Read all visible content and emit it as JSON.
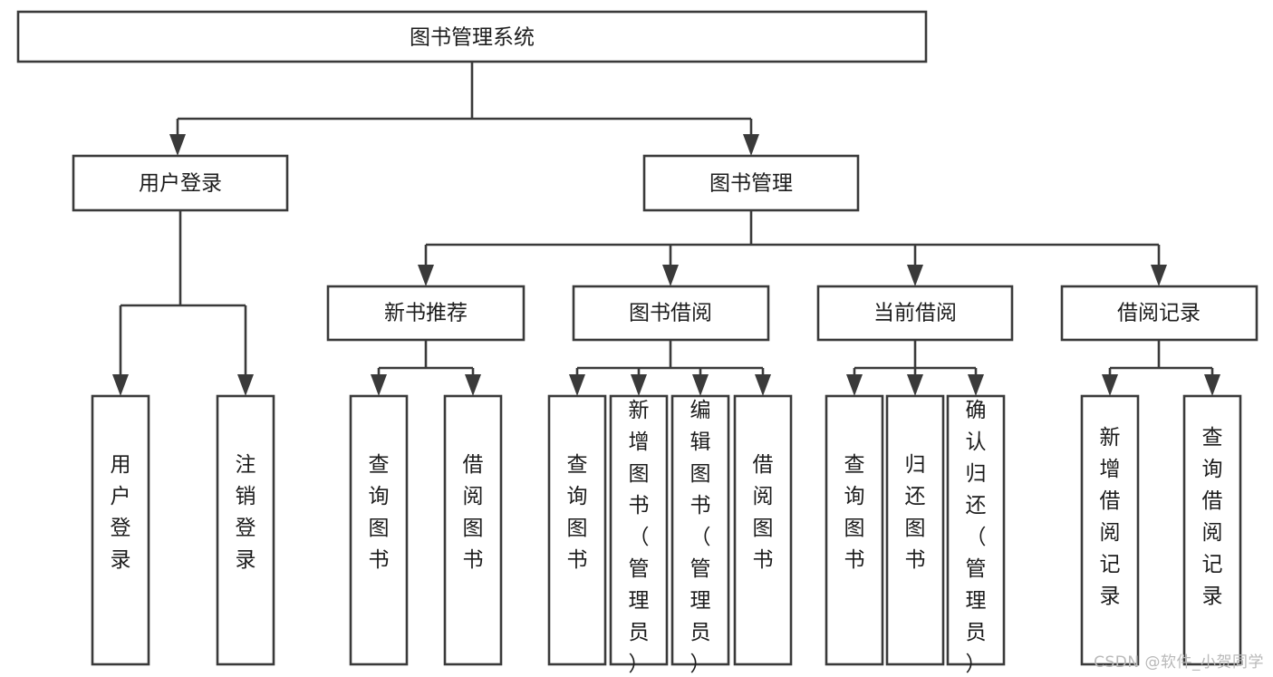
{
  "diagram": {
    "kind": "tree-hierarchy-chart",
    "title": "图书管理系统",
    "watermark": "CSDN @软件_小贺同学",
    "colors": {
      "box_stroke": "#3a3a3a",
      "box_fill": "#ffffff",
      "text": "#1c1c1c",
      "background": "#ffffff",
      "watermark": "#b9b9b9"
    },
    "levels": {
      "root": {
        "label": "图书管理系统"
      },
      "level2": [
        {
          "id": "user-login",
          "label": "用户登录"
        },
        {
          "id": "book-manage",
          "label": "图书管理"
        }
      ],
      "level3": [
        {
          "id": "new-book-recommend",
          "label": "新书推荐"
        },
        {
          "id": "book-borrow",
          "label": "图书借阅"
        },
        {
          "id": "current-borrow",
          "label": "当前借阅"
        },
        {
          "id": "borrow-record",
          "label": "借阅记录"
        }
      ],
      "leaves": {
        "user_login": [
          {
            "id": "leaf-user-login",
            "label": "用户登录"
          },
          {
            "id": "leaf-user-logout",
            "label": "注销登录"
          }
        ],
        "new_book_recommend": [
          {
            "id": "leaf-query-book-1",
            "label": "查询图书"
          },
          {
            "id": "leaf-borrow-book-1",
            "label": "借阅图书"
          }
        ],
        "book_borrow": [
          {
            "id": "leaf-query-book-2",
            "label": "查询图书"
          },
          {
            "id": "leaf-add-book",
            "label": "新增图书（管理员）"
          },
          {
            "id": "leaf-edit-book",
            "label": "编辑图书（管理员）"
          },
          {
            "id": "leaf-borrow-book-2",
            "label": "借阅图书"
          }
        ],
        "current_borrow": [
          {
            "id": "leaf-query-book-3",
            "label": "查询图书"
          },
          {
            "id": "leaf-return-book",
            "label": "归还图书"
          },
          {
            "id": "leaf-confirm-return",
            "label": "确认归还（管理员）"
          }
        ],
        "borrow_record": [
          {
            "id": "leaf-add-record",
            "label": "新增借阅记录"
          },
          {
            "id": "leaf-query-record",
            "label": "查询借阅记录"
          }
        ]
      }
    }
  }
}
